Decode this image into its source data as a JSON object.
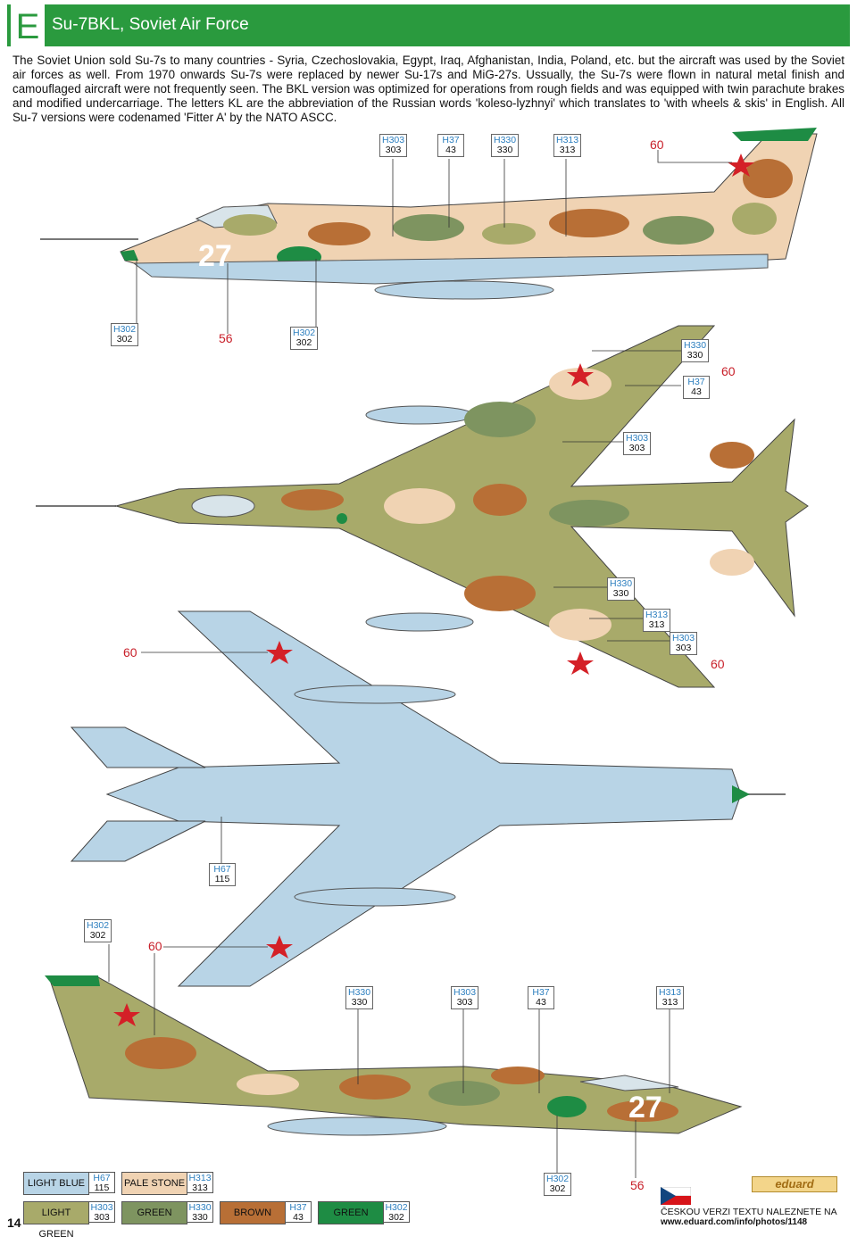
{
  "header": {
    "letter": "E",
    "title": "Su-7BKL, Soviet Air Force"
  },
  "intro": "The Soviet Union sold Su-7s to many countries - Syria, Czechoslovakia, Egypt, Iraq, Afghanistan, India, Poland, etc. but the aircraft was used by the Soviet air forces as well. From 1970 onwards Su-7s were replaced by newer Su-17s and MiG-27s. Ussually, the Su-7s were flown in natural metal finish and camouflaged aircraft were not frequently seen. The BKL version was optimized for operations from rough fields and was equipped with twin parachute brakes and modified undercarriage. The letters KL are the abbreviation of the Russian words 'koleso-lyzhnyi' which translates to 'with wheels & skis' in English. All Su-7 versions were codenamed 'Fitter A' by the NATO ASCC.",
  "markings": {
    "tail_number": "27"
  },
  "callouts": {
    "side1_top": [
      {
        "h": "H303",
        "n": "303"
      },
      {
        "h": "H37",
        "n": "43"
      },
      {
        "h": "H330",
        "n": "330"
      },
      {
        "h": "H313",
        "n": "313"
      }
    ],
    "side1_decal": "60",
    "side1_bottom": [
      {
        "h": "H302",
        "n": "302"
      },
      {
        "h": "H302",
        "n": "302"
      }
    ],
    "side1_bottom_decal": "56",
    "top_view": [
      {
        "h": "H330",
        "n": "330"
      },
      {
        "h": "H37",
        "n": "43"
      },
      {
        "h": "H303",
        "n": "303"
      },
      {
        "h": "H330",
        "n": "330"
      },
      {
        "h": "H313",
        "n": "313"
      },
      {
        "h": "H303",
        "n": "303"
      }
    ],
    "top_decals": [
      "60",
      "60"
    ],
    "bottom_view": [
      {
        "h": "H67",
        "n": "115"
      },
      {
        "h": "H302",
        "n": "302"
      }
    ],
    "bottom_decals": [
      "60",
      "60"
    ],
    "side2_top": [
      {
        "h": "H330",
        "n": "330"
      },
      {
        "h": "H303",
        "n": "303"
      },
      {
        "h": "H37",
        "n": "43"
      },
      {
        "h": "H313",
        "n": "313"
      }
    ],
    "side2_bottom": {
      "h": "H302",
      "n": "302"
    },
    "side2_decal": "56"
  },
  "legend": [
    {
      "name": "LIGHT BLUE",
      "h": "H67",
      "n": "115",
      "color": "#b8d4e6"
    },
    {
      "name": "PALE STONE",
      "h": "H313",
      "n": "313",
      "color": "#f0d3b3"
    },
    {
      "name": "LIGHT GREEN",
      "h": "H303",
      "n": "303",
      "color": "#a8aa6a"
    },
    {
      "name": "GREEN",
      "h": "H330",
      "n": "330",
      "color": "#7e9460"
    },
    {
      "name": "BROWN",
      "h": "H37",
      "n": "43",
      "color": "#b86f36"
    },
    {
      "name": "GREEN",
      "h": "H302",
      "n": "302",
      "color": "#1e8c44"
    }
  ],
  "footer": {
    "page": "14",
    "brand": "eduard",
    "cz_note": "ČESKOU VERZI TEXTU NALEZNETE NA",
    "url": "www.eduard.com/info/photos/1148"
  }
}
